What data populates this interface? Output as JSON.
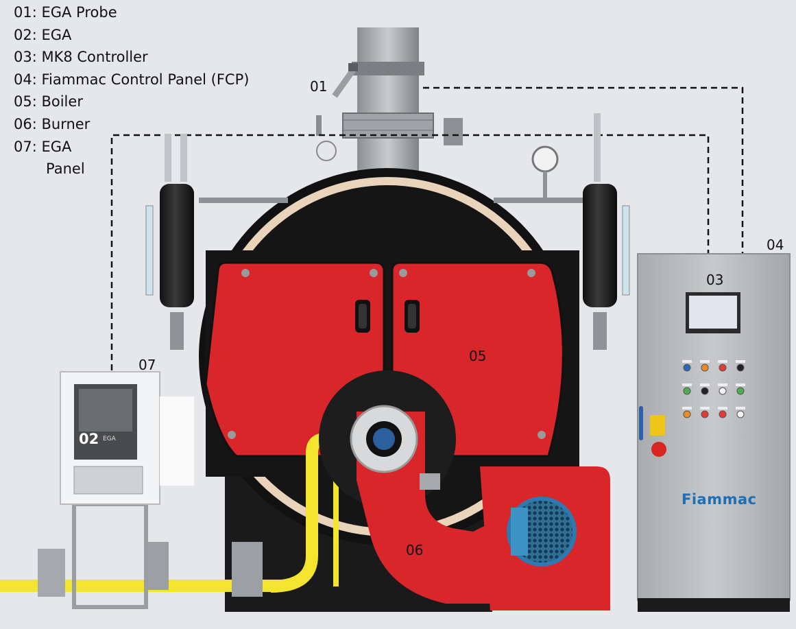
{
  "legend": {
    "items": [
      {
        "code": "01",
        "label": "01: EGA Probe"
      },
      {
        "code": "02",
        "label": "02: EGA"
      },
      {
        "code": "03",
        "label": "03: MK8 Controller"
      },
      {
        "code": "04",
        "label": "04: Fiammac Control Panel (FCP)"
      },
      {
        "code": "05",
        "label": "05: Boiler"
      },
      {
        "code": "06",
        "label": "06: Burner"
      },
      {
        "code": "07",
        "label": "07: EGA"
      }
    ],
    "item7_line2": "Panel"
  },
  "callouts": {
    "c01": "01",
    "c02": "02",
    "c03": "03",
    "c04": "04",
    "c05": "05",
    "c06": "06",
    "c07": "07"
  },
  "brand": "Fiammac",
  "ega_screen_label": "EGA",
  "colors": {
    "background": "#e6e7ea",
    "boiler_red": "#d8262b",
    "boiler_cream": "#ead3bb",
    "gas_pipe_yellow": "#f3e52f",
    "panel_grey": "#b9bbbf",
    "brand_blue": "#1f6fb2",
    "motor_blue": "#3b93c6"
  }
}
